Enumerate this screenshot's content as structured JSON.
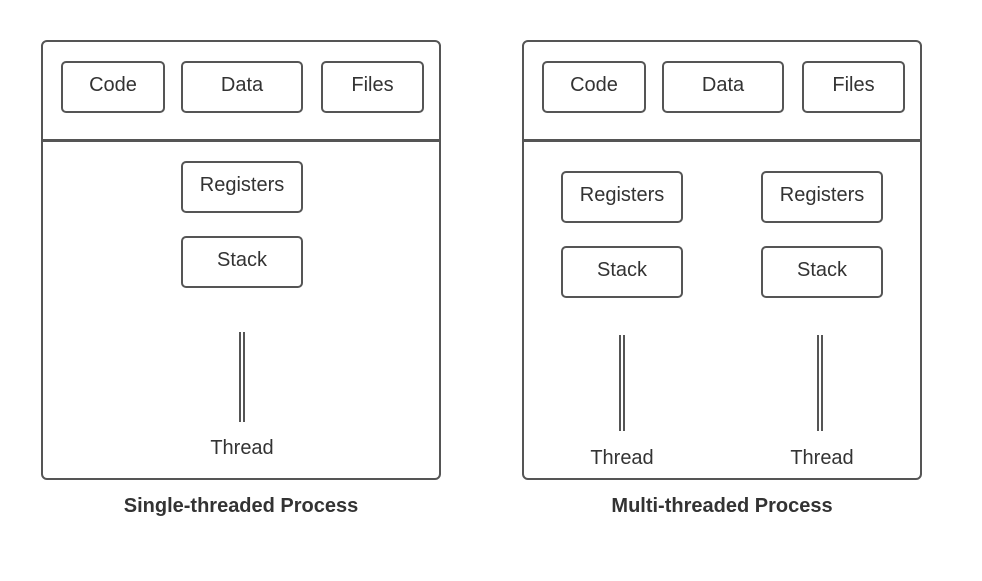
{
  "single": {
    "shared": {
      "code": "Code",
      "data": "Data",
      "files": "Files"
    },
    "thread": {
      "registers": "Registers",
      "stack": "Stack",
      "label": "Thread"
    },
    "caption": "Single-threaded Process"
  },
  "multi": {
    "shared": {
      "code": "Code",
      "data": "Data",
      "files": "Files"
    },
    "threads": [
      {
        "registers": "Registers",
        "stack": "Stack",
        "label": "Thread"
      },
      {
        "registers": "Registers",
        "stack": "Stack",
        "label": "Thread"
      }
    ],
    "caption": "Multi-threaded Process"
  },
  "colors": {
    "stroke": "#555555",
    "text": "#333333",
    "background": "#ffffff"
  }
}
